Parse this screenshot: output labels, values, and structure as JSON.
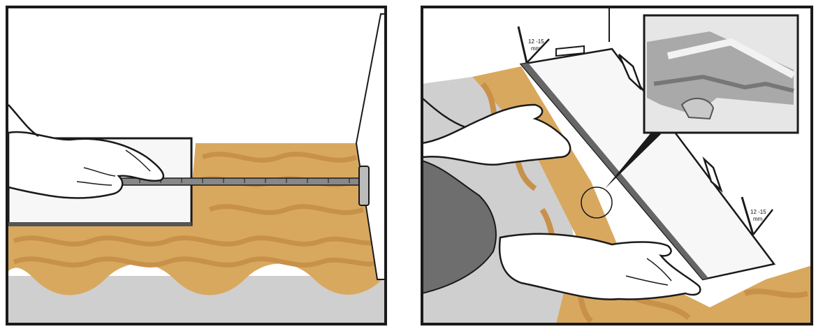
{
  "panels": [
    {
      "id": "measure-panel"
    },
    {
      "id": "install-panel",
      "spacer_labels": [
        {
          "line1": "12 -15",
          "line2": "mm"
        },
        {
          "line1": "12 -15",
          "line2": "mm"
        }
      ]
    }
  ],
  "colors": {
    "wood": "#d9a85f",
    "wood_grain": "#c8914a",
    "concrete": "#cfcfcf",
    "frame": "#1a1a1a",
    "board": "#f7f7f7"
  }
}
